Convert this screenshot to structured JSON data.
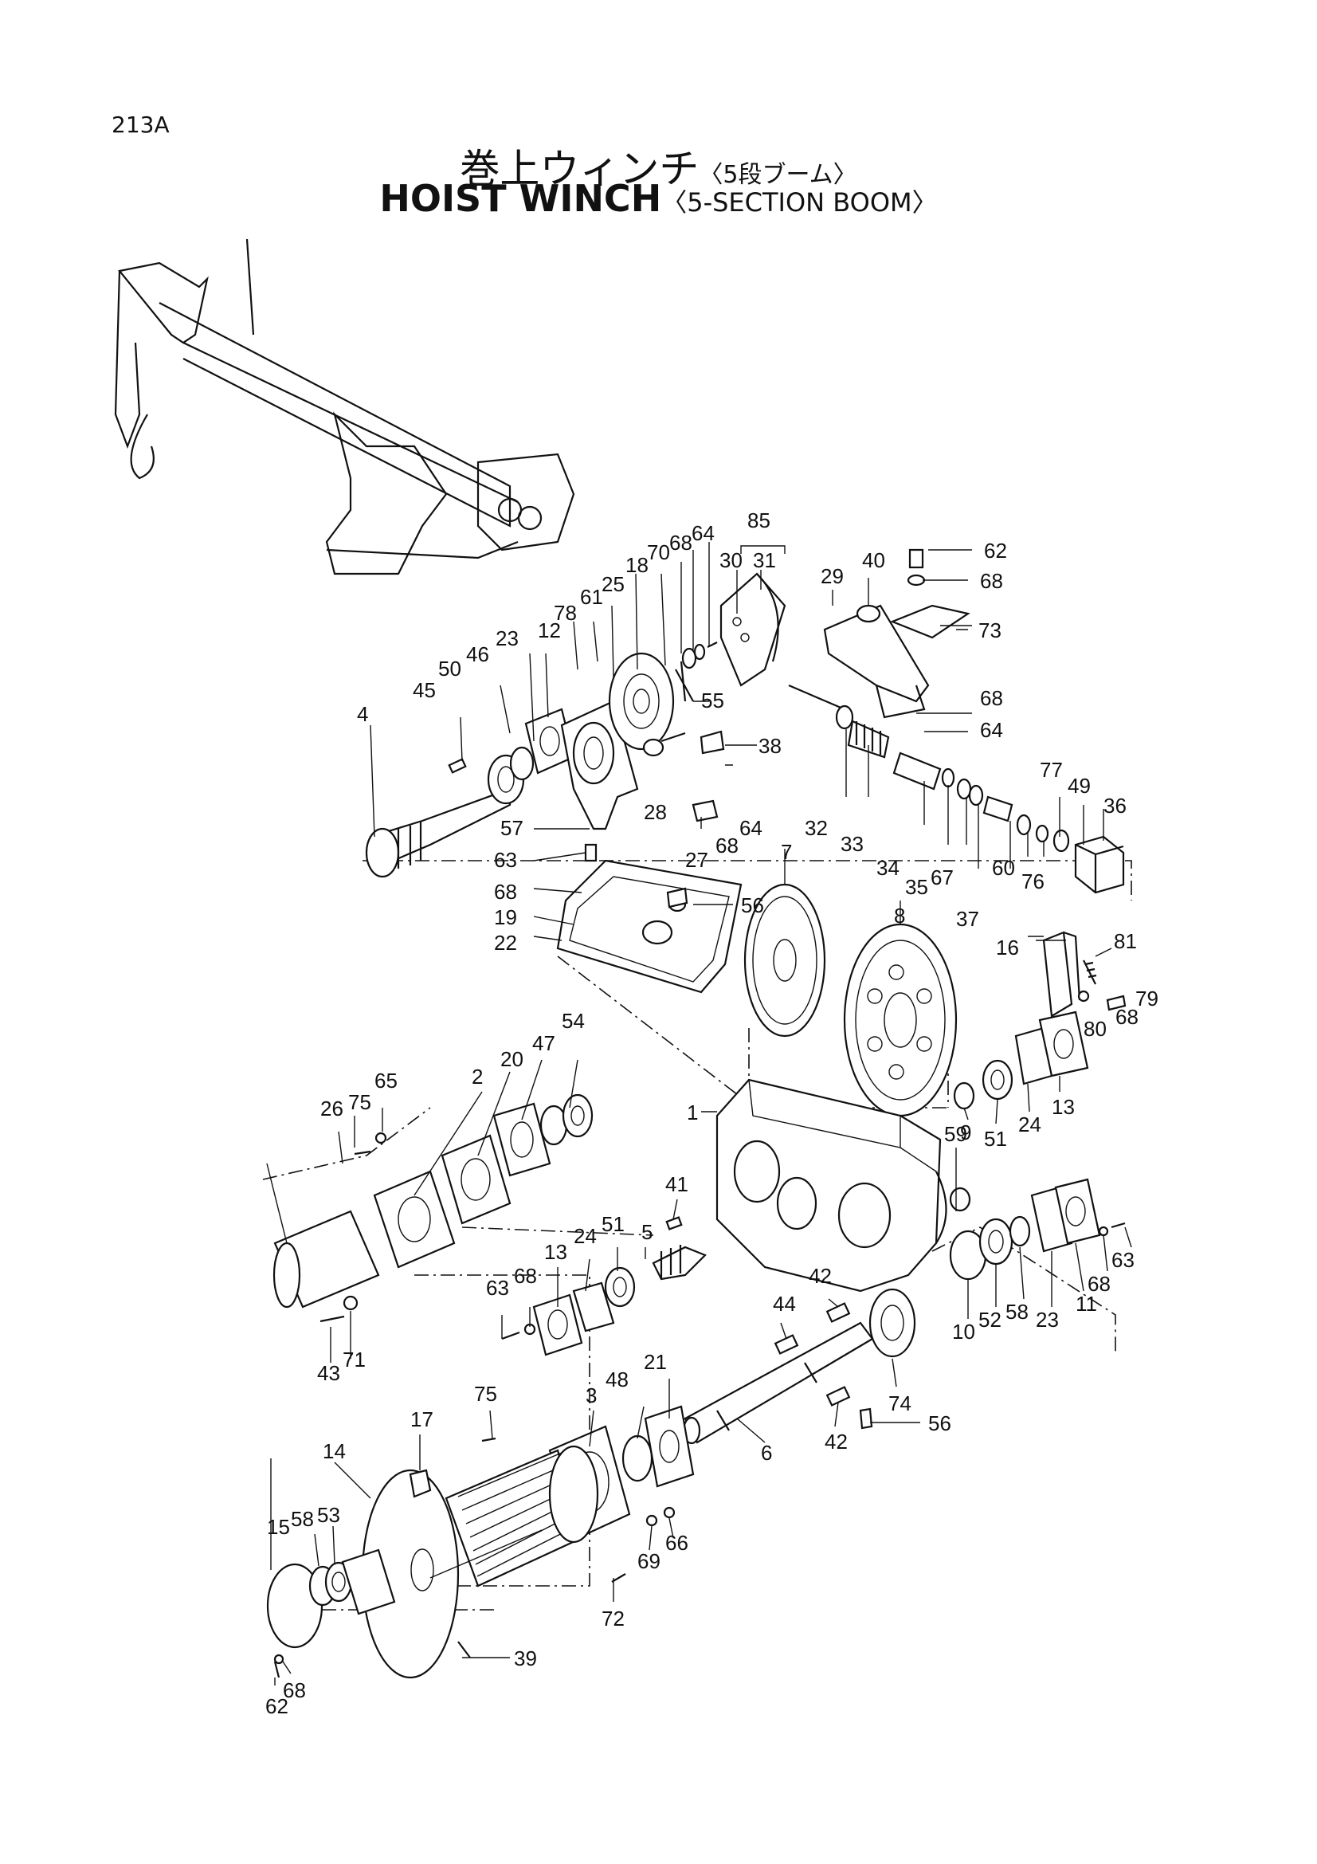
{
  "page_code": "213A",
  "title_jp": "巻上ウィンチ",
  "title_jp_sub": "〈5段ブーム〉",
  "title_en": "HOIST WINCH",
  "title_en_sub": "〈5-SECTION BOOM〉",
  "labels": {
    "l1": "1",
    "l2": "2",
    "l3": "3",
    "l4": "4",
    "l5": "5",
    "l6": "6",
    "l7": "7",
    "l8": "8",
    "l9": "9",
    "l10": "10",
    "l11": "11",
    "l12": "12",
    "l13a": "13",
    "l13b": "13",
    "l14": "14",
    "l15": "15",
    "l16": "16",
    "l17": "17",
    "l18": "18",
    "l19": "19",
    "l20": "20",
    "l21": "21",
    "l22": "22",
    "l23a": "23",
    "l23b": "23",
    "l24a": "24",
    "l24b": "24",
    "l25": "25",
    "l26": "26",
    "l27": "27",
    "l28": "28",
    "l29": "29",
    "l30": "30",
    "l31": "31",
    "l32": "32",
    "l33": "33",
    "l34": "34",
    "l35": "35",
    "l36": "36",
    "l37": "37",
    "l38": "38",
    "l39": "39",
    "l40": "40",
    "l41": "41",
    "l42a": "42",
    "l42b": "42",
    "l43": "43",
    "l44": "44",
    "l45": "45",
    "l46": "46",
    "l47": "47",
    "l48": "48",
    "l49": "49",
    "l50": "50",
    "l51a": "51",
    "l51b": "51",
    "l52": "52",
    "l53": "53",
    "l54": "54",
    "l55": "55",
    "l56a": "56",
    "l56b": "56",
    "l57": "57",
    "l58a": "58",
    "l58b": "58",
    "l59": "59",
    "l60": "60",
    "l61": "61",
    "l62a": "62",
    "l62b": "62",
    "l63a": "63",
    "l63b": "63",
    "l63c": "63",
    "l64a": "64",
    "l64b": "64",
    "l64c": "64",
    "l65": "65",
    "l66": "66",
    "l67": "67",
    "l68a": "68",
    "l68b": "68",
    "l68c": "68",
    "l68d": "68",
    "l68e": "68",
    "l68f": "68",
    "l68g": "68",
    "l68h": "68",
    "l68i": "68",
    "l69": "69",
    "l70": "70",
    "l71": "71",
    "l72": "72",
    "l73": "73",
    "l74": "74",
    "l75a": "75",
    "l75b": "75",
    "l76": "76",
    "l77": "77",
    "l78": "78",
    "l79": "79",
    "l80": "80",
    "l81": "81",
    "l85": "85"
  }
}
